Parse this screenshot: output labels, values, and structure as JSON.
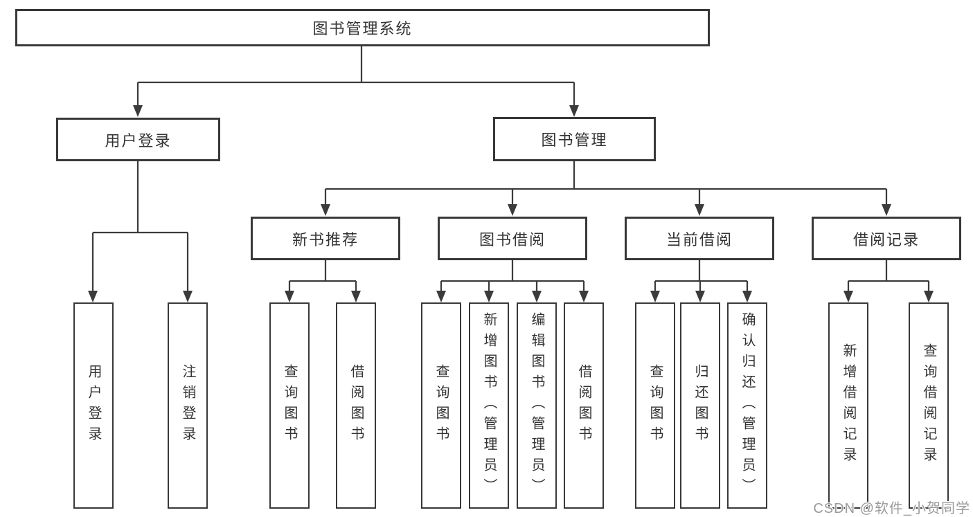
{
  "diagram": {
    "title": "图书管理系统",
    "root": "图书管理系统",
    "branches": {
      "user_login": {
        "label": "用户登录",
        "children": [
          "用户登录",
          "注销登录"
        ]
      },
      "book_management": {
        "label": "图书管理",
        "sections": {
          "new_book_recommend": {
            "label": "新书推荐",
            "children": [
              "查询图书",
              "借阅图书"
            ]
          },
          "book_borrow": {
            "label": "图书借阅",
            "children": [
              "查询图书",
              "新增图书（管理员）",
              "编辑图书（管理员）",
              "借阅图书"
            ]
          },
          "current_borrow": {
            "label": "当前借阅",
            "children": [
              "查询图书",
              "归还图书",
              "确认归还（管理员）"
            ]
          },
          "borrow_records": {
            "label": "借阅记录",
            "children": [
              "新增借阅记录",
              "查询借阅记录"
            ]
          }
        }
      }
    },
    "colors": {
      "line": "#3b3b3b",
      "box_border": "#383838",
      "text": "#333333",
      "watermark": "#9a9a9a"
    }
  },
  "watermark": "CSDN @软件_小贺同学"
}
